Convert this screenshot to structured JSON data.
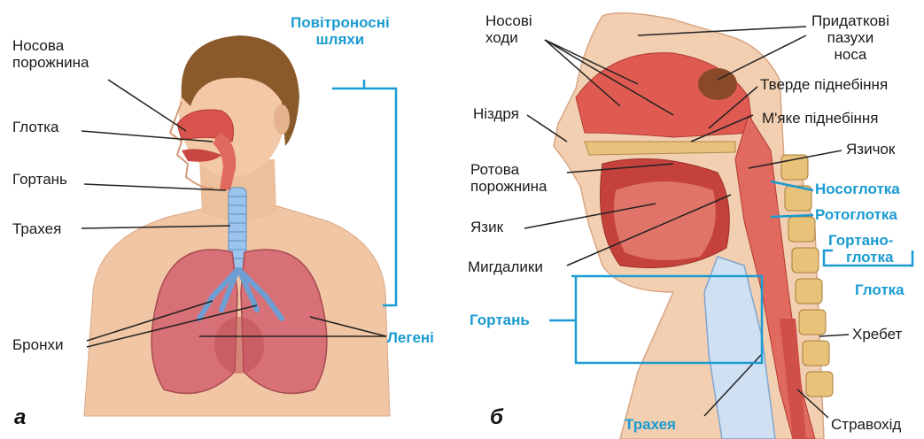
{
  "panel_a": {
    "letter": "а",
    "labels": {
      "nasal_cavity": "Носова\nпорожнина",
      "pharynx": "Глотка",
      "larynx": "Гортань",
      "trachea": "Трахея",
      "bronchi": "Бронхи",
      "airways": "Повітроносні\nшляхи",
      "lungs": "Легені"
    }
  },
  "panel_b": {
    "letter": "б",
    "labels": {
      "nasal_passages": "Носові\nходи",
      "paranasal_sinuses": "Придаткові\nпазухи\nноса",
      "hard_palate": "Тверде піднебіння",
      "soft_palate": "М'яке піднебіння",
      "nostril": "Ніздря",
      "uvula": "Язичок",
      "oral_cavity": "Ротова\nпорожнина",
      "nasopharynx": "Носоглотка",
      "oropharynx": "Ротоглотка",
      "tongue": "Язик",
      "laryngopharynx": "Гортано-\nглотка",
      "tonsils": "Мигдалики",
      "pharynx": "Глотка",
      "larynx": "Гортань",
      "spine": "Хребет",
      "trachea": "Трахея",
      "esophagus": "Стравохід"
    }
  },
  "colors": {
    "accent_blue": "#1a9bd1",
    "tissue": "#d94b45",
    "skin": "#f2c7a5",
    "bone": "#e9c27a"
  }
}
